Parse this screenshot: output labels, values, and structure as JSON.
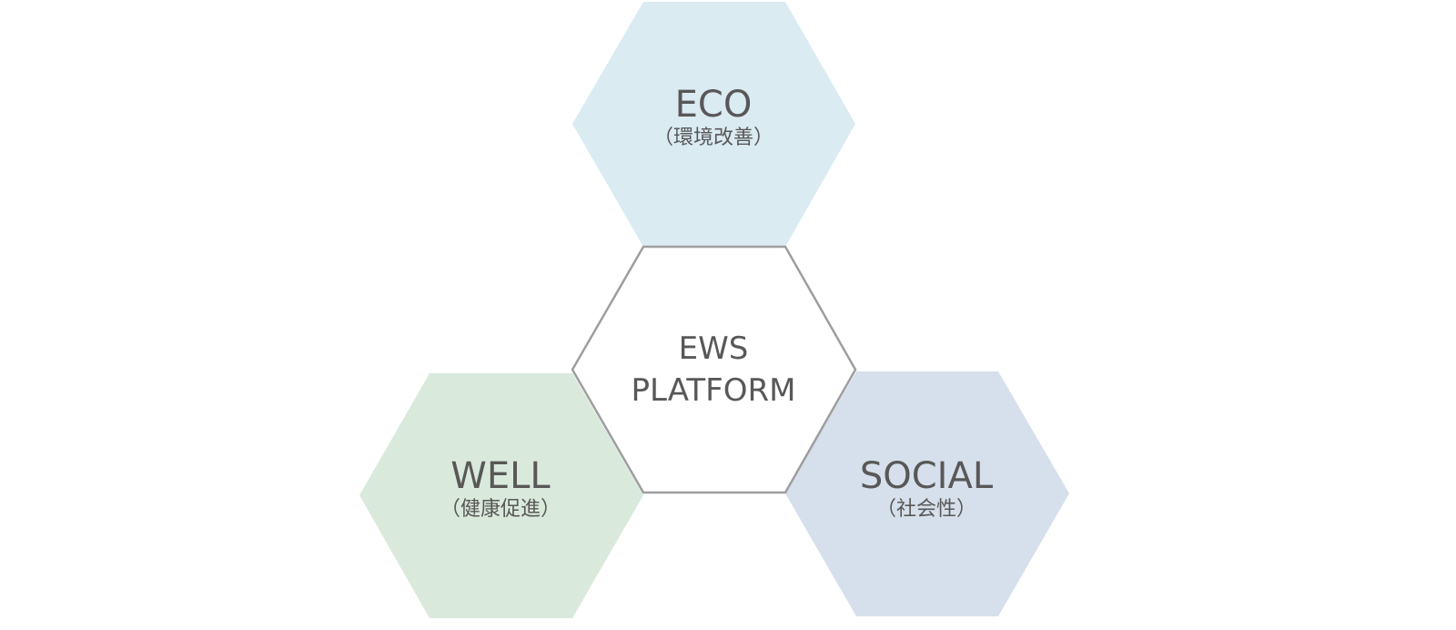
{
  "hexagons": {
    "eco": {
      "title": "ECO",
      "subtitle": "（環境改善）",
      "color": "#daebf2"
    },
    "well": {
      "title": "WELL",
      "subtitle": "（健康促進）",
      "color": "#d9eadc"
    },
    "social": {
      "title": "SOCIAL",
      "subtitle": "（社会性）",
      "color": "#d6e0ec"
    },
    "center": {
      "line1": "EWS",
      "line2": "PLATFORM",
      "border": "#9e9e9f"
    }
  }
}
